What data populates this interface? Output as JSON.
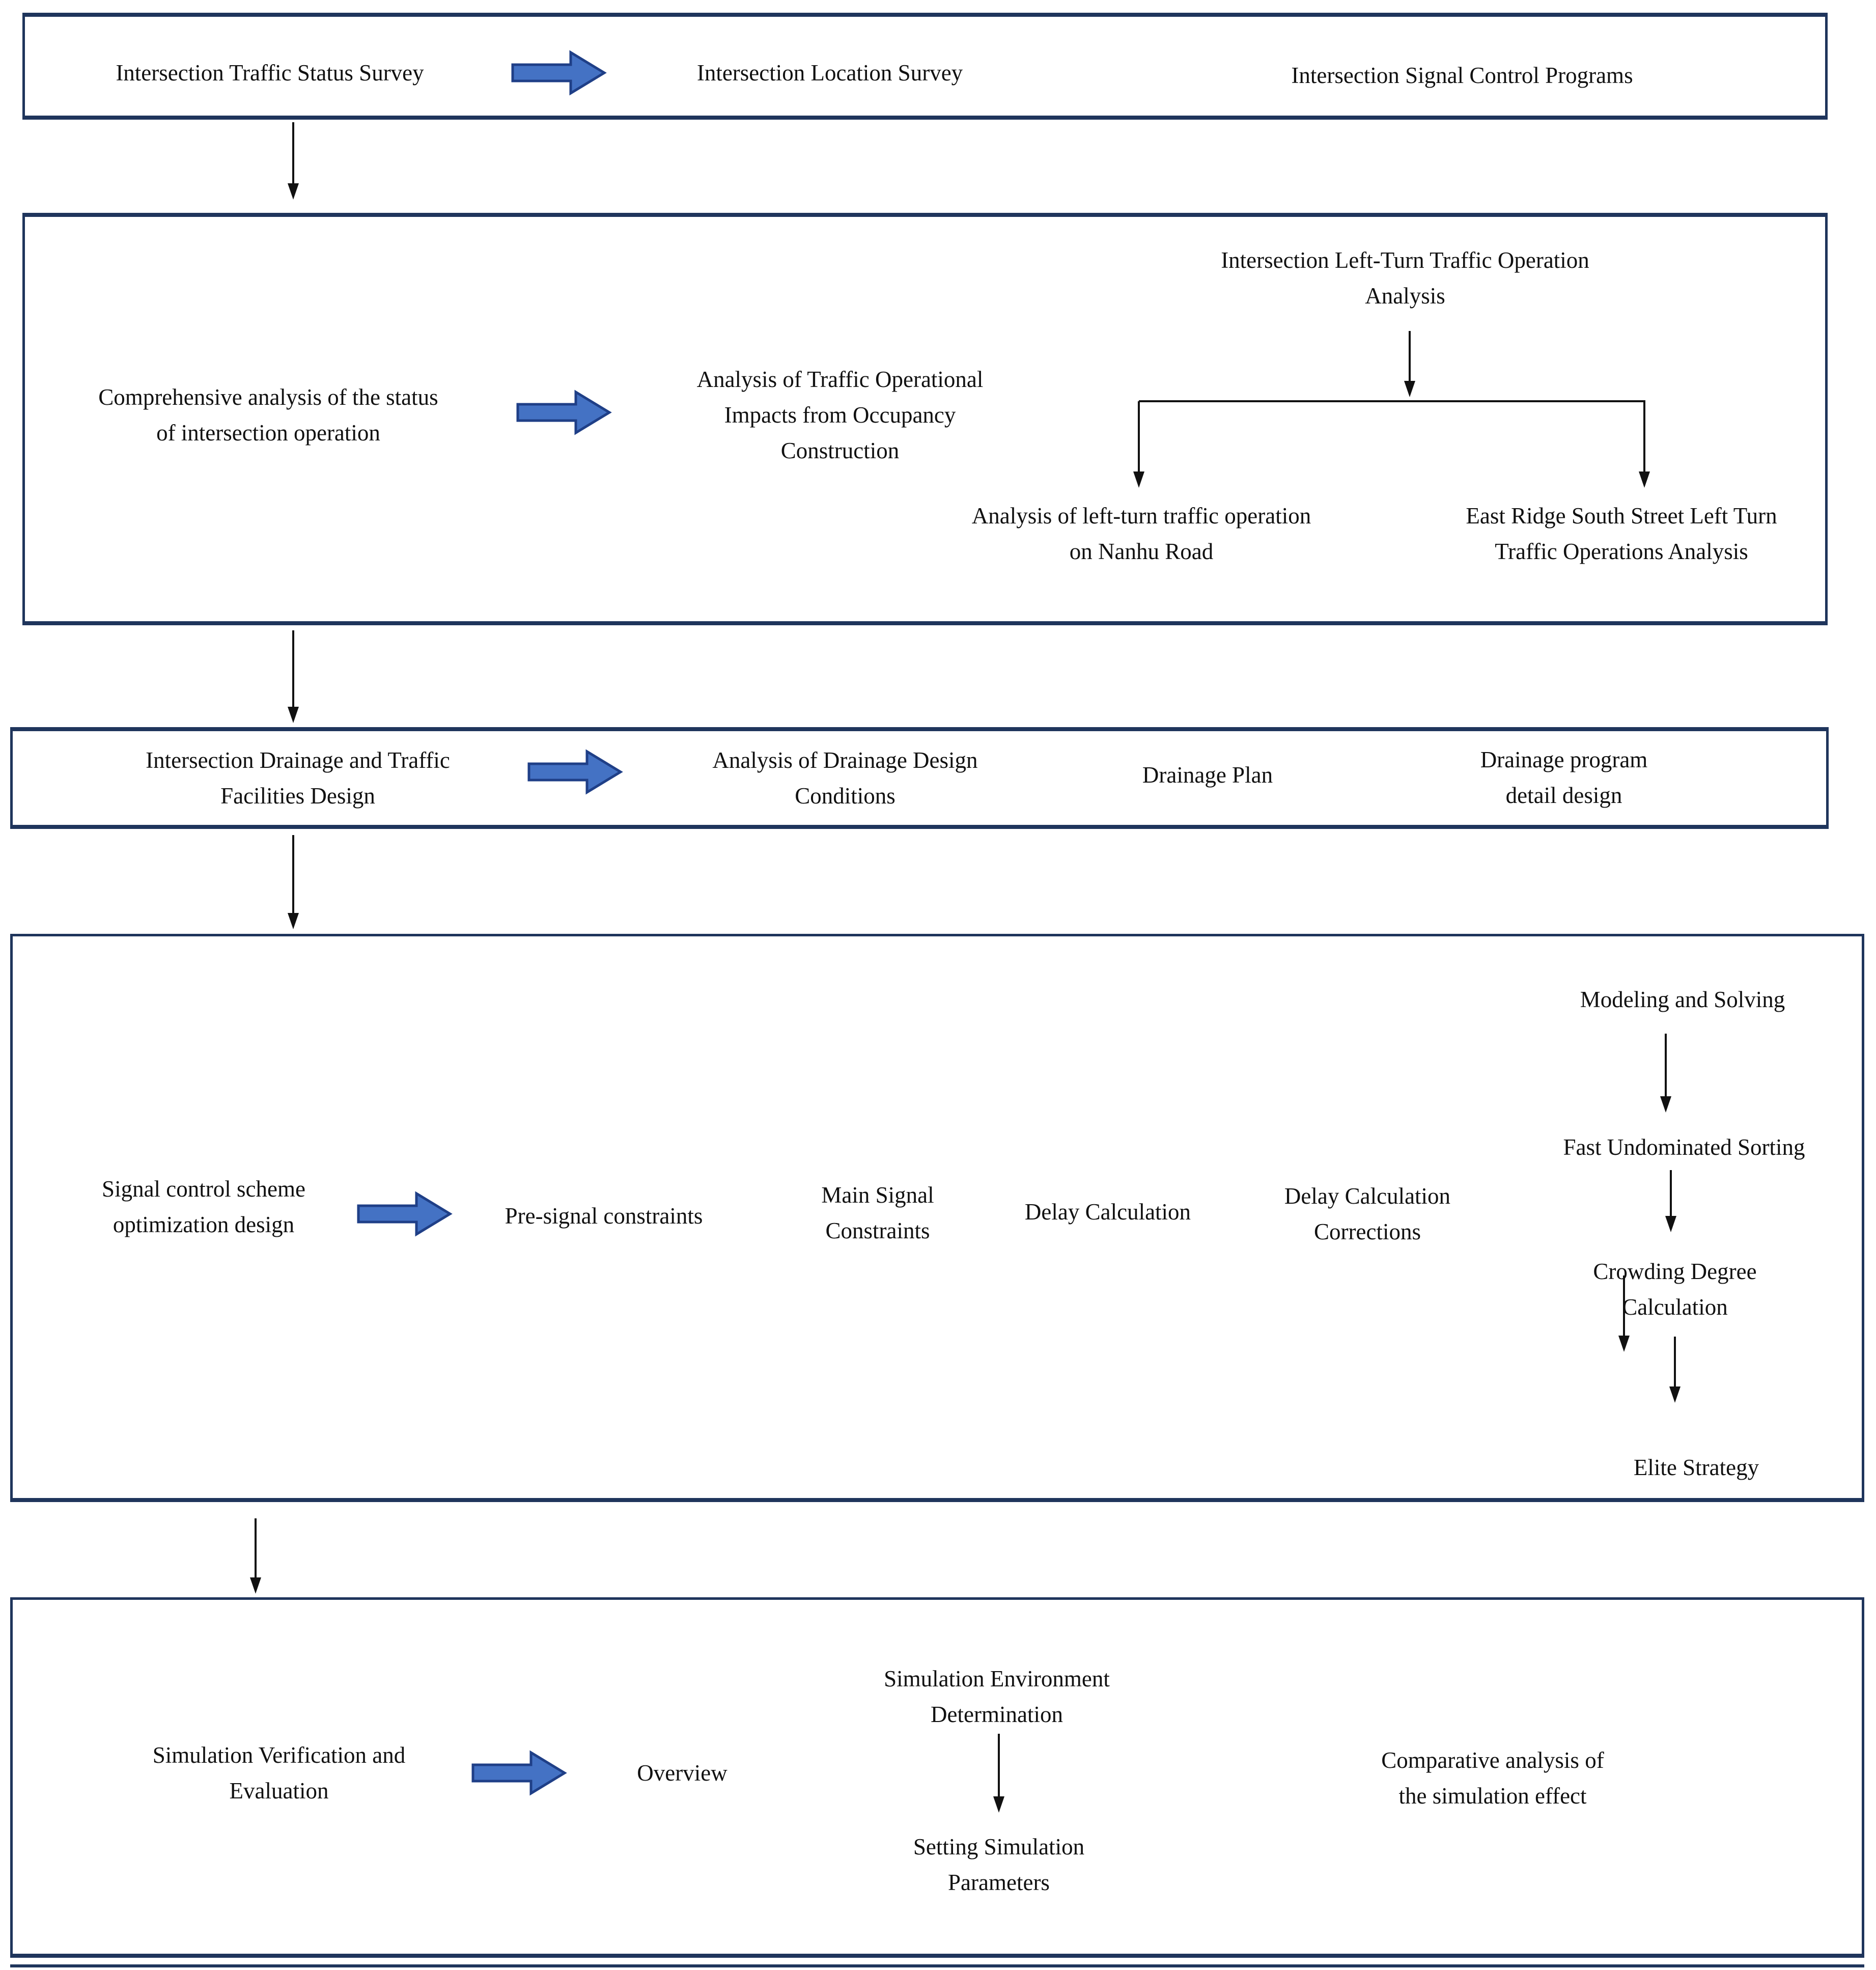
{
  "theme": {
    "background": "#ffffff",
    "box_border_color": "#1f355c",
    "text_color": "#111111",
    "flow_arrow_fill": "#4472c4",
    "flow_arrow_outline": "#1f3f87",
    "connector_color": "#111111"
  },
  "flow": {
    "box1": {
      "lead": "Intersection Traffic Status Survey",
      "item1": "Intersection Location Survey",
      "item2": "Intersection Signal Control Programs"
    },
    "box2": {
      "lead": "Comprehensive analysis of the status\nof intersection operation",
      "item1": "Analysis of Traffic Operational\nImpacts from Occupancy\nConstruction",
      "branch_root": "Intersection Left-Turn Traffic Operation\nAnalysis",
      "branch_left": "Analysis of left-turn traffic operation\non Nanhu Road",
      "branch_right": "East Ridge South Street Left Turn\nTraffic Operations Analysis"
    },
    "box3": {
      "lead": "Intersection Drainage and Traffic\nFacilities Design",
      "item1": "Analysis of Drainage Design\nConditions",
      "item2": "Drainage Plan",
      "item3": "Drainage program\ndetail design"
    },
    "box4": {
      "lead": "Signal control scheme\noptimization design",
      "item1": "Pre-signal constraints",
      "item2": "Main Signal\nConstraints",
      "item3": "Delay Calculation",
      "item4": "Delay Calculation\nCorrections",
      "chain1": "Modeling and Solving",
      "chain2": "Fast Undominated Sorting",
      "chain3": "Crowding Degree\nCalculation",
      "chain4": "Elite Strategy"
    },
    "box5": {
      "lead": "Simulation Verification and\nEvaluation",
      "item1": "Overview",
      "sub1": "Simulation Environment\nDetermination",
      "sub2": "Setting Simulation\nParameters",
      "item2": "Comparative analysis of\nthe simulation effect"
    }
  }
}
